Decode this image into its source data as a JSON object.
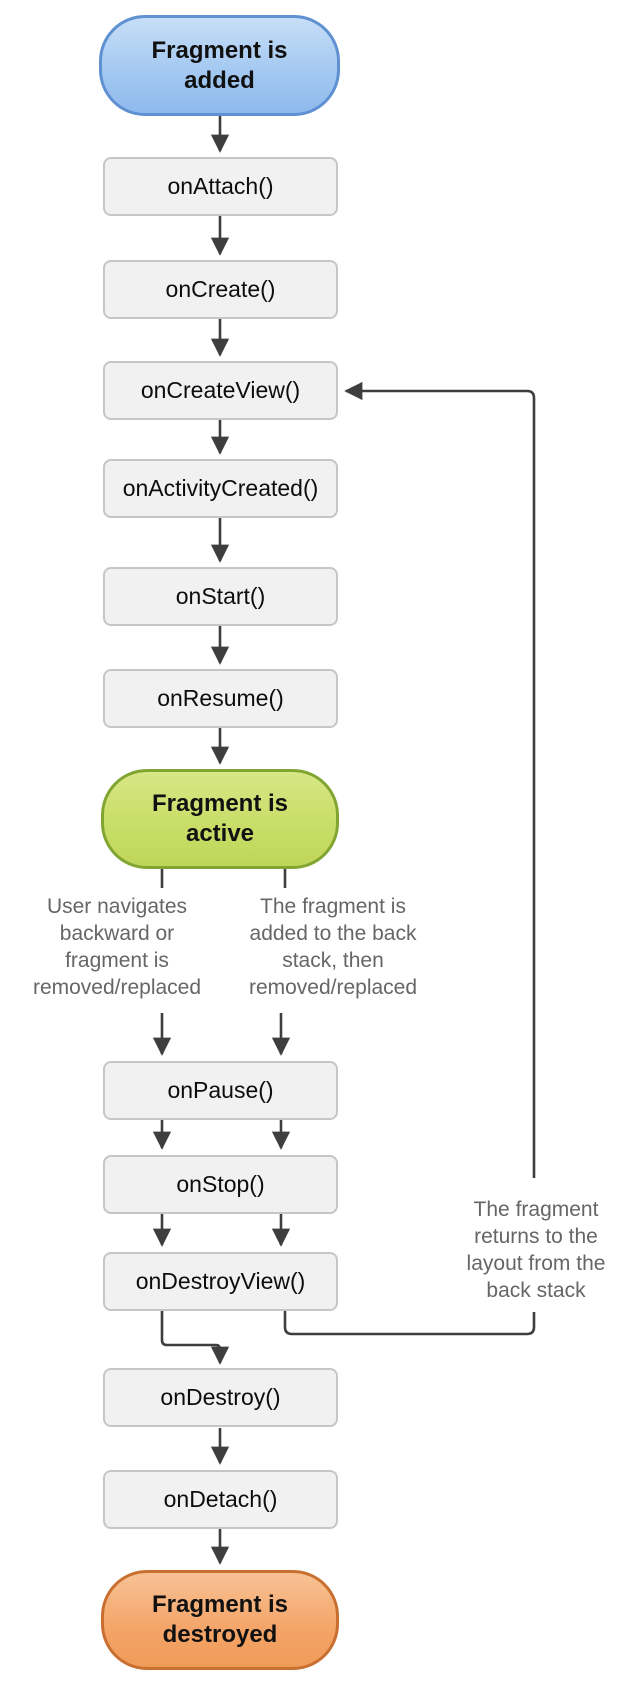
{
  "diagram": {
    "start": {
      "label": "Fragment is\nadded"
    },
    "states": [
      "onAttach()",
      "onCreate()",
      "onCreateView()",
      "onActivityCreated()",
      "onStart()",
      "onResume()",
      "onPause()",
      "onStop()",
      "onDestroyView()",
      "onDestroy()",
      "onDetach()"
    ],
    "active": {
      "label": "Fragment is\nactive"
    },
    "end": {
      "label": "Fragment is\ndestroyed"
    },
    "annotations": {
      "left_branch": "User navigates\nbackward or\nfragment is\nremoved/replaced",
      "right_branch": "The fragment is\nadded to the back\nstack, then\nremoved/replaced",
      "back_stack_return": "The fragment\nreturns to the\nlayout from the\nback stack"
    },
    "colors": {
      "added_fill": "#a4c9f1",
      "added_border": "#5e90d2",
      "active_fill": "#c8dd66",
      "active_border": "#82a532",
      "destroyed_fill": "#f4a468",
      "destroyed_border": "#c96f31",
      "state_fill": "#f1f1f1",
      "state_border": "#c6c6c6",
      "connector": "#3e3e3e",
      "annotation_text": "#666666"
    }
  }
}
